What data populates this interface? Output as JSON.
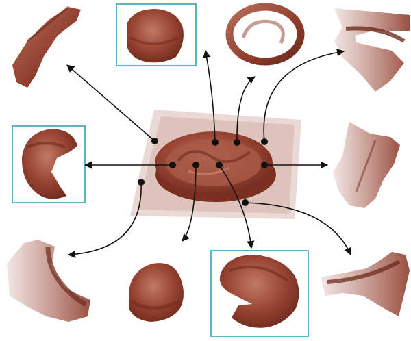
{
  "colors": {
    "background": "#ffffff",
    "frame": "#5fb3c3",
    "arrow": "#111111",
    "tissue_dark": "#6e2a1c",
    "tissue_mid": "#9a4534",
    "tissue_light": "#c07a66",
    "plate": "#d9b9b2"
  },
  "panels": [
    {
      "name": "top-left-fragment",
      "framed": false
    },
    {
      "name": "top-center-left-fragment",
      "framed": true
    },
    {
      "name": "top-center-ring-fragment",
      "framed": false
    },
    {
      "name": "top-right-fragment",
      "framed": false
    },
    {
      "name": "middle-left-fragment",
      "framed": true
    },
    {
      "name": "middle-right-fragment",
      "framed": false
    },
    {
      "name": "bottom-left-fragment",
      "framed": false
    },
    {
      "name": "bottom-center-left-fragment",
      "framed": false
    },
    {
      "name": "bottom-center-right-fragment",
      "framed": true
    },
    {
      "name": "bottom-right-fragment",
      "framed": false
    },
    {
      "name": "center-specimen",
      "framed": false
    }
  ]
}
